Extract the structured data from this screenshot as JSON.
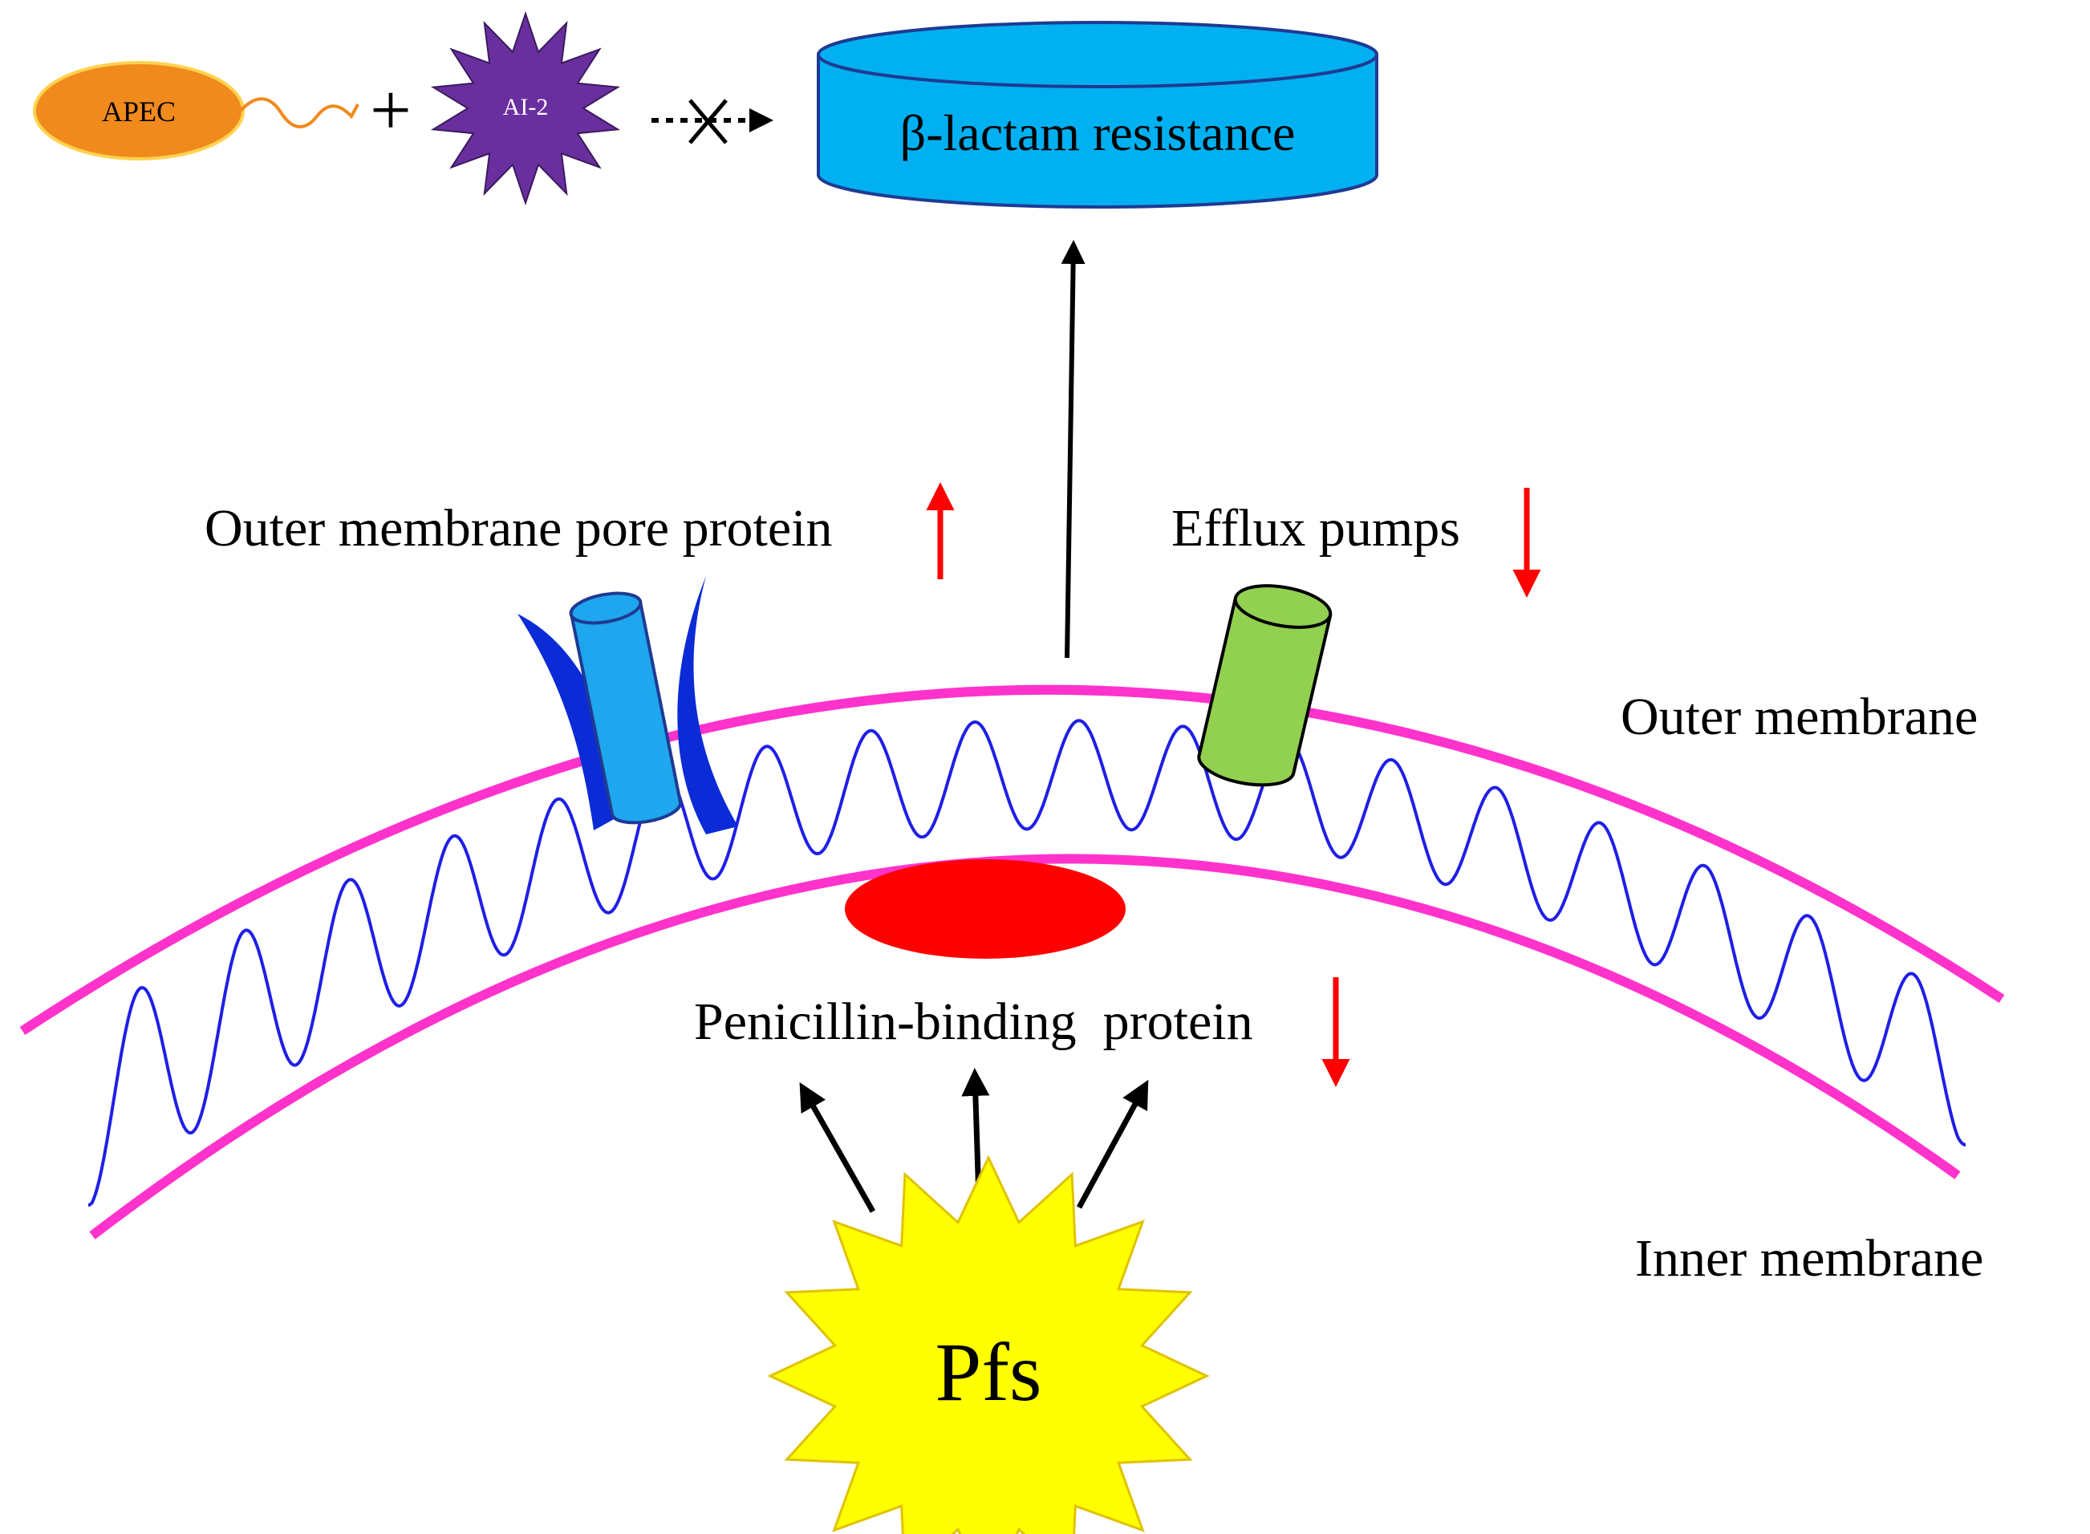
{
  "labels": {
    "apec": "APEC",
    "ai2": "AI-2",
    "plus": "+",
    "resistance": "β-lactam resistance",
    "pore_protein": "Outer membrane pore protein",
    "efflux": "Efflux pumps",
    "outer_membrane": "Outer membrane",
    "inner_membrane": "Inner membrane",
    "pbp": "Penicillin-binding  protein",
    "pfs": "Pfs"
  },
  "regulation": {
    "pore_protein": "up",
    "efflux": "down",
    "pbp": "down",
    "apec_ai2_to_resistance": "blocked"
  },
  "colors": {
    "apec_fill": "#f08a1c",
    "ai2_fill": "#6a2f9e",
    "cylinder_fill": "#00b0f0",
    "membrane": "#ff33cc",
    "peptidoglycan": "#1f1fe6",
    "porin_fill": "#1ea6ee",
    "porin_clamp": "#0b2bd6",
    "efflux_fill": "#92d050",
    "pbp_fill": "#ff0000",
    "pfs_fill": "#ffff00",
    "regulation_arrow": "#ff0000"
  }
}
